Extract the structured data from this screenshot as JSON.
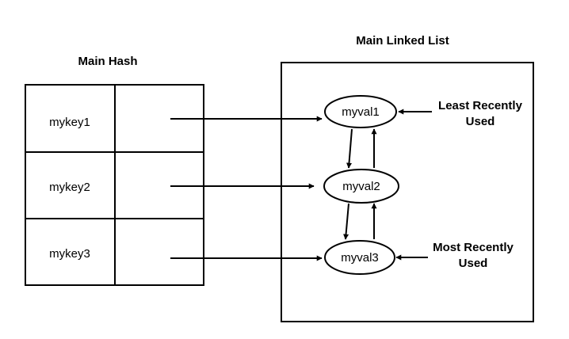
{
  "hash": {
    "title": "Main Hash",
    "keys": [
      "mykey1",
      "mykey2",
      "mykey3"
    ]
  },
  "list": {
    "title": "Main Linked List",
    "nodes": [
      "myval1",
      "myval2",
      "myval3"
    ]
  },
  "annotations": {
    "least_line1": "Least Recently",
    "least_line2": "Used",
    "most_line1": "Most Recently",
    "most_line2": "Used"
  }
}
